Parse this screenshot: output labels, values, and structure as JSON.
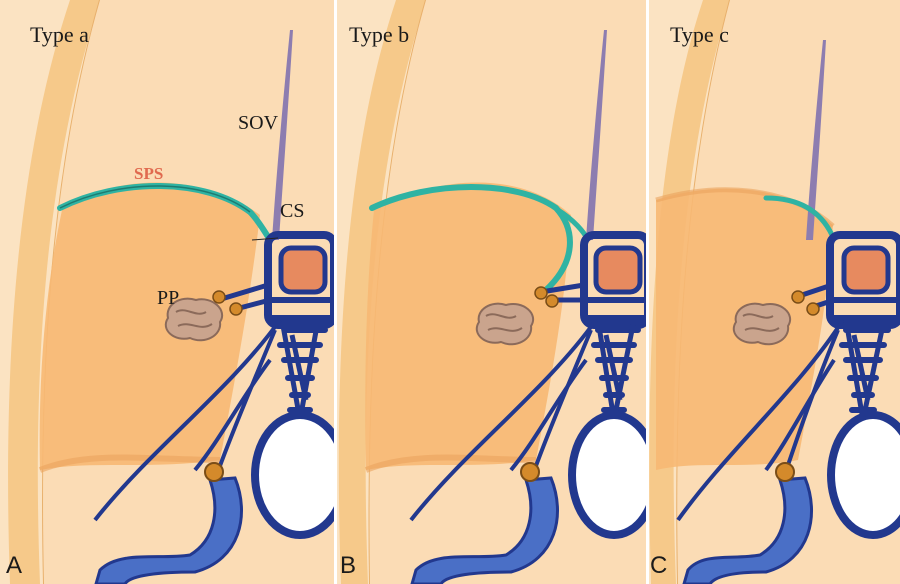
{
  "panels": [
    {
      "id": "a",
      "title": "Type a",
      "letter": "A"
    },
    {
      "id": "b",
      "title": "Type b",
      "letter": "B"
    },
    {
      "id": "c",
      "title": "Type c",
      "letter": "C"
    }
  ],
  "labels": {
    "sov": "SOV",
    "sps": "SPS",
    "cs": "CS",
    "pp": "PP"
  },
  "colors": {
    "skull_bone": "#f6c98a",
    "background": "#fbe3c2",
    "middle_fossa": "#f7b873",
    "venous_plexus": "#22388e",
    "sps_vessel": "#2fb3a3",
    "sps_label": "#e06a4f",
    "cavernous_center": "#e78a5f",
    "petrosal_bulb": "#d48a2b",
    "jugular_vein": "#4a6fc6"
  }
}
